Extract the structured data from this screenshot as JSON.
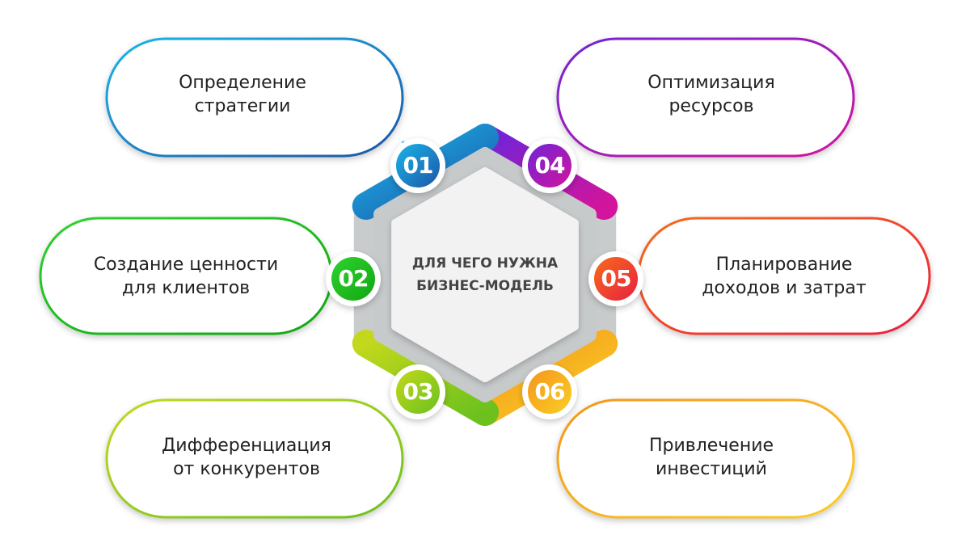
{
  "center_title": [
    "ДЛЯ ЧЕГО НУЖНА",
    "БИЗНЕС-МОДЕЛЬ"
  ],
  "items": [
    {
      "number": "01",
      "lines": [
        "Определение",
        "стратегии"
      ],
      "colors": [
        "#19b4ea",
        "#1e56a6"
      ]
    },
    {
      "number": "02",
      "lines": [
        "Создание ценности",
        "для клиентов"
      ],
      "colors": [
        "#2fd22f",
        "#12a712"
      ]
    },
    {
      "number": "03",
      "lines": [
        "Дифференциация",
        "от конкурентов"
      ],
      "colors": [
        "#c2d81c",
        "#6cc11e"
      ]
    },
    {
      "number": "04",
      "lines": [
        "Оптимизация",
        "ресурсов"
      ],
      "colors": [
        "#6f24d8",
        "#d3149c"
      ]
    },
    {
      "number": "05",
      "lines": [
        "Планирование",
        "доходов и затрат"
      ],
      "colors": [
        "#f86a1c",
        "#e8213f"
      ]
    },
    {
      "number": "06",
      "lines": [
        "Привлечение",
        "инвестиций"
      ],
      "colors": [
        "#f5951c",
        "#f9cf25"
      ]
    }
  ]
}
